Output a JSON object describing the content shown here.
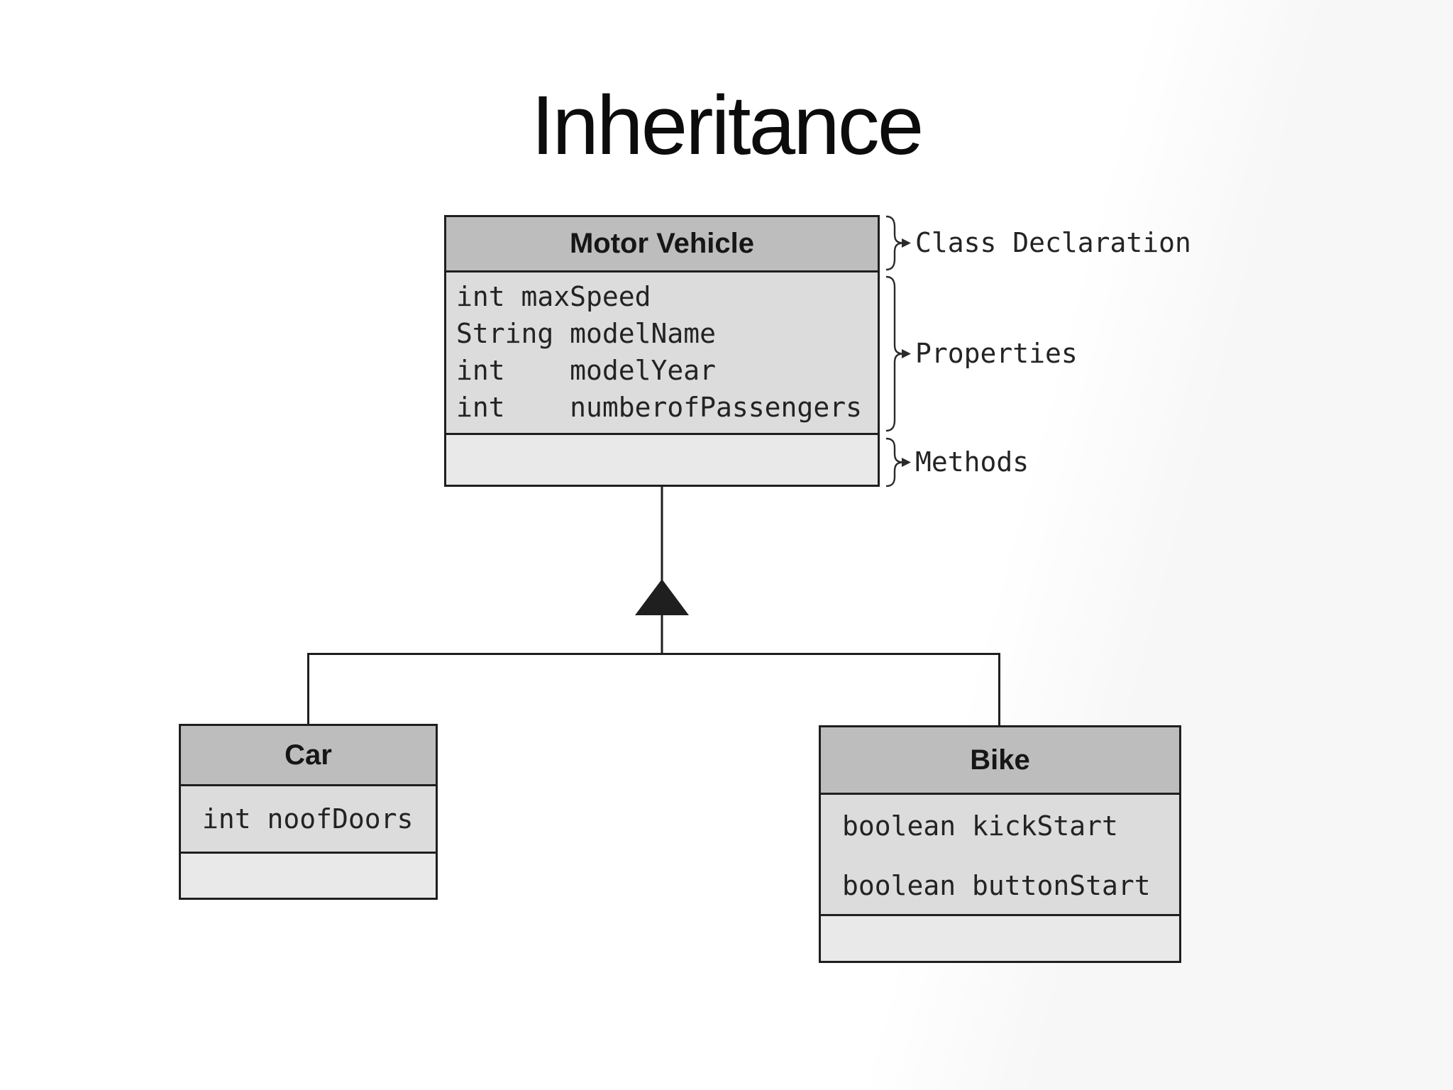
{
  "title": "Inheritance",
  "diagram": {
    "classes": [
      {
        "name": "Motor Vehicle",
        "properties": [
          "int maxSpeed",
          "String modelName",
          "int    modelYear",
          "int    numberofPassengers"
        ],
        "methods": []
      },
      {
        "name": "Car",
        "properties": [
          "int noofDoors"
        ],
        "methods": []
      },
      {
        "name": "Bike",
        "properties": [
          "boolean kickStart",
          "boolean buttonStart"
        ],
        "methods": []
      }
    ],
    "annotations": [
      {
        "label": "Class Declaration"
      },
      {
        "label": "Properties"
      },
      {
        "label": "Methods"
      }
    ],
    "relation": {
      "type": "inheritance",
      "parent": "Motor Vehicle",
      "children": [
        "Car",
        "Bike"
      ]
    }
  },
  "icons": {
    "inheritance_arrow": "filled-triangle-up",
    "annotation_pointer": "right-arrowhead",
    "brace": "right-curly-brace"
  },
  "colors": {
    "header_fill": "#bdbdbd",
    "section_fill": "#dcdcdc",
    "methods_fill": "#e9e9e9",
    "border": "#1f1f1f",
    "line": "#1f1f1f",
    "title_text": "#0c0c0c",
    "body_text": "#232323",
    "background": "#ffffff"
  }
}
